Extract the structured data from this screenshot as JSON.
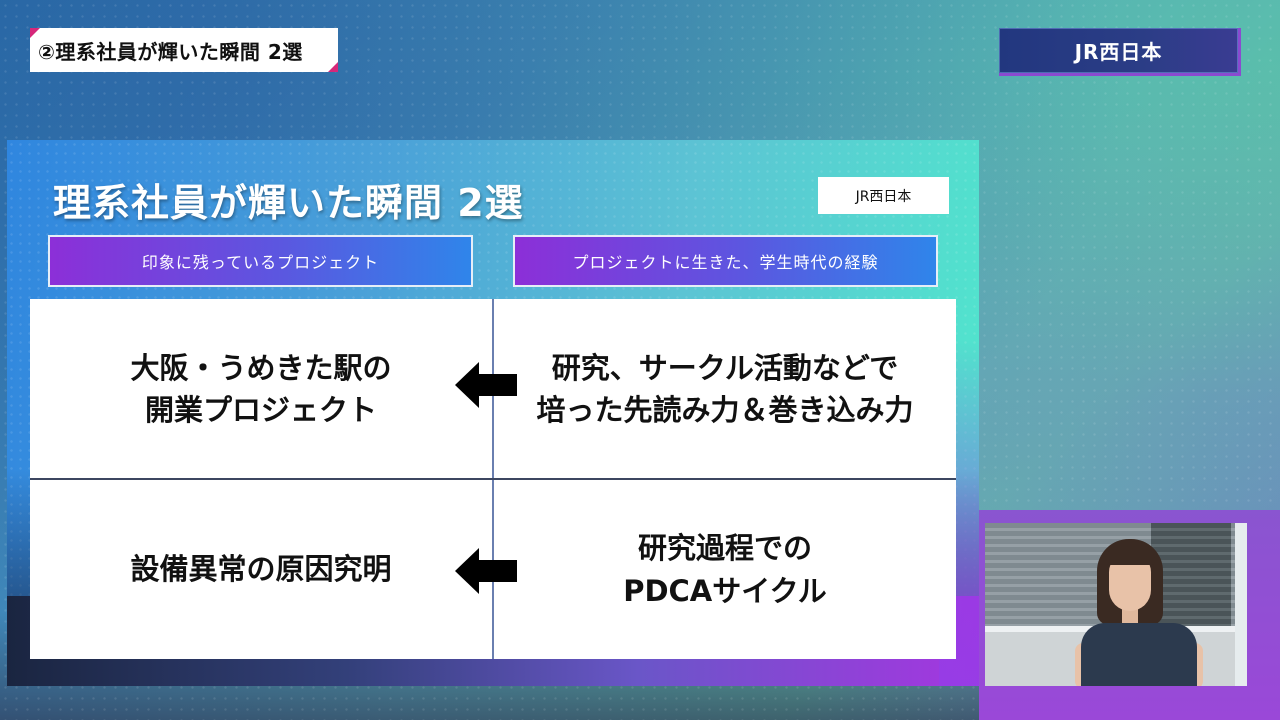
{
  "corner_label": {
    "text": "②理系社員が輝いた瞬間 2選",
    "accent_color": "#d6287a"
  },
  "brand_badge": {
    "text": "JR西日本"
  },
  "slide": {
    "title": "理系社員が輝いた瞬間 2選",
    "logo_text": "JR西日本",
    "columns": [
      {
        "header": "印象に残っているプロジェクト"
      },
      {
        "header": "プロジェクトに生きた、学生時代の経験"
      }
    ],
    "rows": [
      {
        "project": "大阪・うめきた駅の\n開業プロジェクト",
        "experience": "研究、サークル活動などで\n培った先読み力＆巻き込み力",
        "arrow_icon": "left-arrow-icon"
      },
      {
        "project": "設備異常の原因究明",
        "experience": "研究過程での\nPDCAサイクル",
        "arrow_icon": "left-arrow-icon"
      }
    ]
  },
  "webcam": {
    "description": "presenter video feed"
  },
  "colors": {
    "header_gradient_start": "#8c2fd8",
    "header_gradient_end": "#2f85ea",
    "slide_bg_start": "#2f86df",
    "slide_bg_end": "#4fe9cc",
    "brand_badge_bg": "#22377f"
  }
}
